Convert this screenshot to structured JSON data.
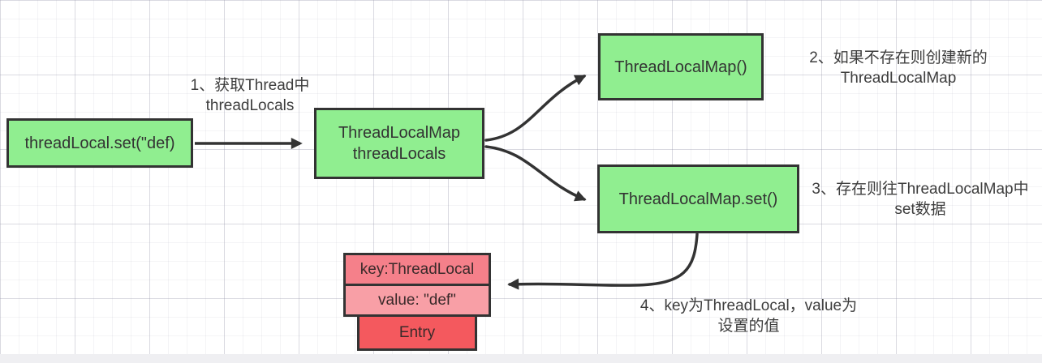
{
  "diagram": {
    "title": "ThreadLocal set flow",
    "nodes": {
      "start": {
        "label": "threadLocal.set(\"def)"
      },
      "thread_locals": {
        "line1": "ThreadLocalMap",
        "line2": "threadLocals"
      },
      "map_new": {
        "label": "ThreadLocalMap()"
      },
      "map_set": {
        "label": "ThreadLocalMap.set()"
      },
      "entry": {
        "key": "key:ThreadLocal",
        "value": "value: \"def\"",
        "label": "Entry"
      }
    },
    "notes": {
      "note1": {
        "line1": "1、获取Thread中",
        "line2": "threadLocals"
      },
      "note2": {
        "line1": "2、如果不存在则创建新的",
        "line2": "ThreadLocalMap"
      },
      "note3": {
        "line1": "3、存在则往ThreadLocalMap中",
        "line2": "set数据"
      },
      "note4": {
        "line1": "4、key为ThreadLocal，value为",
        "line2": "设置的值"
      }
    },
    "colors": {
      "node_fill": "#90ee90",
      "node_border": "#333333",
      "entry_key_fill": "#f5808a",
      "entry_value_fill": "#f89fa6",
      "entry_fill": "#f4595e",
      "arrow": "#333333",
      "note_text": "#3d3d3d"
    }
  }
}
